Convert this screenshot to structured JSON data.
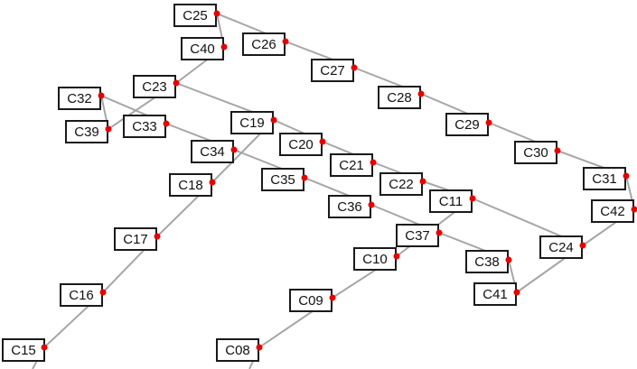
{
  "diagram": {
    "colors": {
      "edge": "#a6a6a6",
      "node_border": "#1a1a1a",
      "node_fill": "#ffffff",
      "port_dot": "#e60000",
      "label": "#111111",
      "background": "#ffffff"
    },
    "nodes": [
      {
        "id": "C25",
        "label": "C25"
      },
      {
        "id": "C40",
        "label": "C40"
      },
      {
        "id": "C26",
        "label": "C26"
      },
      {
        "id": "C27",
        "label": "C27"
      },
      {
        "id": "C23",
        "label": "C23"
      },
      {
        "id": "C28",
        "label": "C28"
      },
      {
        "id": "C32",
        "label": "C32"
      },
      {
        "id": "C39",
        "label": "C39"
      },
      {
        "id": "C33",
        "label": "C33"
      },
      {
        "id": "C19",
        "label": "C19"
      },
      {
        "id": "C29",
        "label": "C29"
      },
      {
        "id": "C20",
        "label": "C20"
      },
      {
        "id": "C34",
        "label": "C34"
      },
      {
        "id": "C30",
        "label": "C30"
      },
      {
        "id": "C21",
        "label": "C21"
      },
      {
        "id": "C18",
        "label": "C18"
      },
      {
        "id": "C35",
        "label": "C35"
      },
      {
        "id": "C31",
        "label": "C31"
      },
      {
        "id": "C22",
        "label": "C22"
      },
      {
        "id": "C11",
        "label": "C11"
      },
      {
        "id": "C36",
        "label": "C36"
      },
      {
        "id": "C42",
        "label": "C42"
      },
      {
        "id": "C17",
        "label": "C17"
      },
      {
        "id": "C37",
        "label": "C37"
      },
      {
        "id": "C24",
        "label": "C24"
      },
      {
        "id": "C10",
        "label": "C10"
      },
      {
        "id": "C38",
        "label": "C38"
      },
      {
        "id": "C16",
        "label": "C16"
      },
      {
        "id": "C41",
        "label": "C41"
      },
      {
        "id": "C09",
        "label": "C09"
      },
      {
        "id": "C15",
        "label": "C15"
      },
      {
        "id": "C08",
        "label": "C08"
      }
    ],
    "edges": [
      [
        "C25",
        "C26"
      ],
      [
        "C26",
        "C27"
      ],
      [
        "C27",
        "C28"
      ],
      [
        "C28",
        "C29"
      ],
      [
        "C29",
        "C30"
      ],
      [
        "C30",
        "C31"
      ],
      [
        "C31",
        "C42"
      ],
      [
        "C42",
        "C24"
      ],
      [
        "C24",
        "C41"
      ],
      [
        "C41",
        "C38"
      ],
      [
        "C38",
        "C37"
      ],
      [
        "C37",
        "C36"
      ],
      [
        "C36",
        "C35"
      ],
      [
        "C35",
        "C34"
      ],
      [
        "C34",
        "C33"
      ],
      [
        "C33",
        "C32"
      ],
      [
        "C32",
        "C39"
      ],
      [
        "C39",
        "C23"
      ],
      [
        "C23",
        "C40"
      ],
      [
        "C40",
        "C25"
      ],
      [
        "C23",
        "C19"
      ],
      [
        "C19",
        "C20"
      ],
      [
        "C20",
        "C21"
      ],
      [
        "C21",
        "C22"
      ],
      [
        "C22",
        "C11"
      ],
      [
        "C11",
        "C24"
      ],
      [
        "C19",
        "C18"
      ],
      [
        "C18",
        "C17"
      ],
      [
        "C17",
        "C16"
      ],
      [
        "C16",
        "C15"
      ],
      [
        "C11",
        "C10"
      ],
      [
        "C10",
        "C09"
      ],
      [
        "C09",
        "C08"
      ]
    ]
  }
}
